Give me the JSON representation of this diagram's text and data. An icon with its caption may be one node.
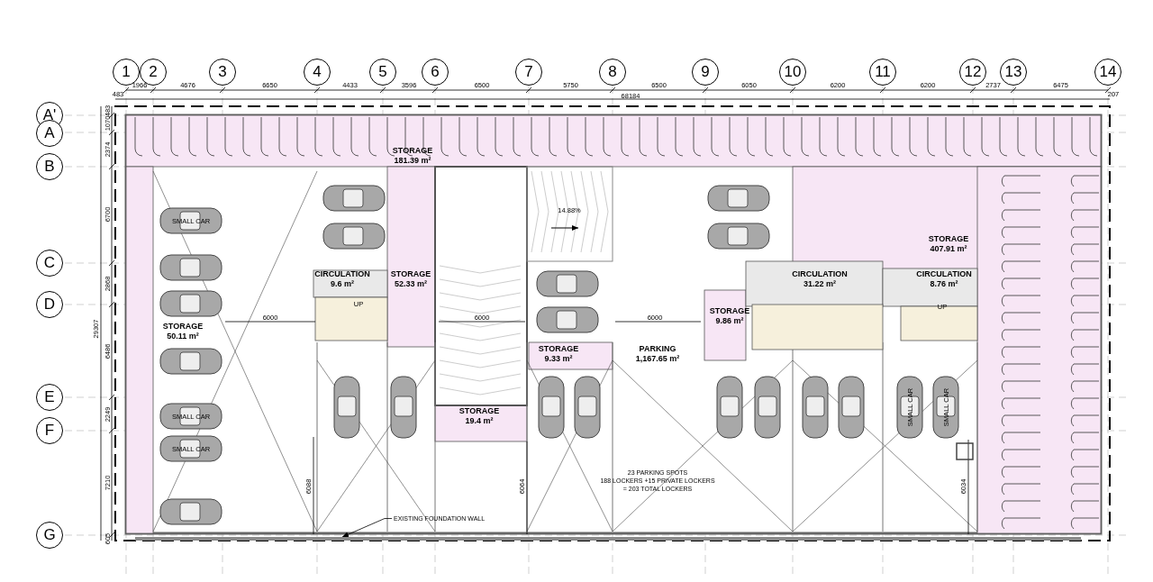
{
  "diagram": {
    "nodes": [
      {
        "text": [
          "1"
        ]
      },
      {
        "text": [
          "2"
        ]
      },
      {
        "text": [
          "3"
        ]
      },
      {
        "text": [
          "4"
        ]
      },
      {
        "text": [
          "5"
        ]
      },
      {
        "text": [
          "6"
        ]
      },
      {
        "text": [
          "7"
        ]
      },
      {
        "text": [
          "8"
        ]
      },
      {
        "text": [
          "9"
        ]
      },
      {
        "text": [
          "10"
        ]
      },
      {
        "text": [
          "11"
        ]
      },
      {
        "text": [
          "12"
        ]
      },
      {
        "text": [
          "13"
        ]
      },
      {
        "text": [
          "14"
        ]
      },
      {
        "text": [
          "A'"
        ]
      },
      {
        "text": [
          "A"
        ]
      },
      {
        "text": [
          "B"
        ]
      },
      {
        "text": [
          "C"
        ]
      },
      {
        "text": [
          "D"
        ]
      },
      {
        "text": [
          "E"
        ]
      },
      {
        "text": [
          "F"
        ]
      },
      {
        "text": [
          "G"
        ]
      },
      {
        "text": [
          "STORAGE",
          "181.39 m²"
        ]
      },
      {
        "text": [
          "STORAGE",
          "407.91 m²"
        ]
      },
      {
        "text": [
          "CIRCULATION",
          "9.6 m²"
        ]
      },
      {
        "text": [
          "STORAGE",
          "52.33 m²"
        ]
      },
      {
        "text": [
          "CIRCULATION",
          "31.22 m²"
        ]
      },
      {
        "text": [
          "CIRCULATION",
          "8.76 m²"
        ]
      },
      {
        "text": [
          "STORAGE",
          "9.86 m²"
        ]
      },
      {
        "text": [
          "STORAGE",
          "50.11 m²"
        ]
      },
      {
        "text": [
          "STORAGE",
          "9.33 m²"
        ]
      },
      {
        "text": [
          "PARKING",
          "1,167.65 m²"
        ]
      },
      {
        "text": [
          "STORAGE",
          "19.4 m²"
        ]
      },
      {
        "text": [
          "EXISTING FOUNDATION WALL"
        ]
      },
      {
        "text": [],
        "shape": "bar"
      }
    ],
    "edges": [
      {
        "from": 33,
        "to": 34,
        "arrow": "to"
      }
    ],
    "labels": [
      "1966",
      "4676",
      "6650",
      "4433",
      "3596",
      "6500",
      "5750",
      "6500",
      "6050",
      "6200",
      "6200",
      "2737",
      "6475",
      "483",
      "68184",
      "207",
      "483",
      "1070",
      "2374",
      "6700",
      "2868",
      "6486",
      "2249",
      "7210",
      "605",
      "29307",
      "14.88%",
      "6000",
      "6000",
      "6000",
      "6088",
      "6064",
      "6034",
      "SMALL CAR",
      "SMALL CAR",
      "SMALL CAR",
      "SMALL CAR",
      "SMALL CAR",
      "UP",
      "UP",
      "23 PARKING SPOTS",
      "188 LOCKERS +15 PRIVATE LOCKERS",
      "= 203 TOTAL LOCKERS"
    ]
  }
}
